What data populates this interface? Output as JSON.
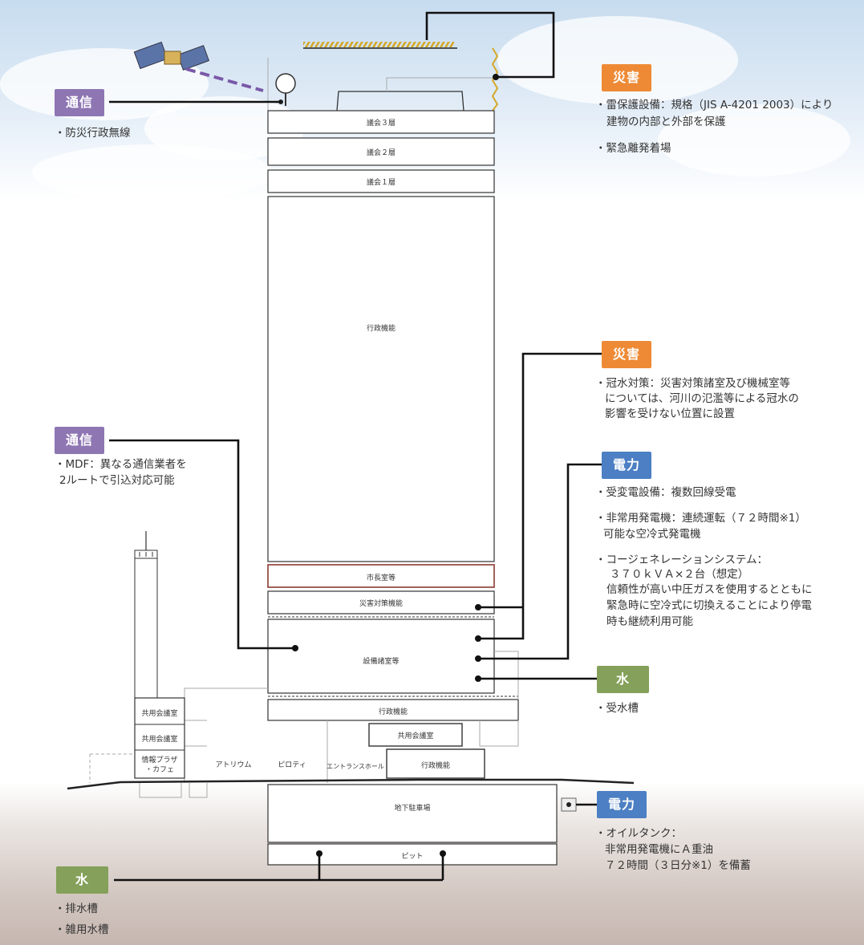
{
  "colors": {
    "communication": "#8e76b3",
    "disaster": "#ee8a35",
    "power": "#4c7fc3",
    "water": "#84a05a"
  },
  "tags": {
    "comm_top": "通信",
    "comm_mid": "通信",
    "disaster_top": "災害",
    "disaster_mid": "災害",
    "power_mid": "電力",
    "power_low": "電力",
    "water_mid": "水",
    "water_low": "水"
  },
  "notes": {
    "comm_top": [
      "・防災行政無線"
    ],
    "comm_mid": [
      "・MDF：異なる通信業者を",
      "2ルートで引込対応可能"
    ],
    "disaster_top": [
      "・雷保護設備：規格（JIS A-4201 2003）により",
      "建物の内部と外部を保護",
      "・緊急離発着場"
    ],
    "disaster_mid": [
      "・冠水対策：災害対策諸室及び機械室等",
      "については、河川の氾濫等による冠水の",
      "影響を受けない位置に設置"
    ],
    "power_mid": [
      "・受変電設備：複数回線受電",
      "・非常用発電機：連続運転（７２時間※1）",
      "可能な空冷式発電機",
      "・コージェネレーションシステム：",
      "３７０ｋＶＡ×２台（想定）",
      "信頼性が高い中圧ガスを使用するとともに",
      "緊急時に空冷式に切換えることにより停電",
      "時も継続利用可能"
    ],
    "water_mid": [
      "・受水槽"
    ],
    "power_low": [
      "・オイルタンク：",
      "非常用発電機にＡ重油",
      "７２時間（３日分※1）を備蓄"
    ],
    "water_low": [
      "・排水槽",
      "・雑用水槽"
    ]
  },
  "floors": {
    "council3": "議会３層",
    "council2": "議会２層",
    "council1": "議会１層",
    "admin_main": "行政機能",
    "mayor": "市長室等",
    "disaster_room": "災害対策機能",
    "equipment": "設備諸室等",
    "admin_low": "行政機能",
    "shared_meeting": "共用会議室",
    "admin_small": "行政機能",
    "annex_meeting1": "共用会議室",
    "annex_meeting2": "共用会議室",
    "info_plaza": "情報プラザ",
    "cafe": "・カフェ",
    "atrium": "アトリウム",
    "piloti": "ピロティ",
    "entrance_hall": "エントランスホール",
    "parking": "地下駐車場",
    "pit": "ピット"
  }
}
